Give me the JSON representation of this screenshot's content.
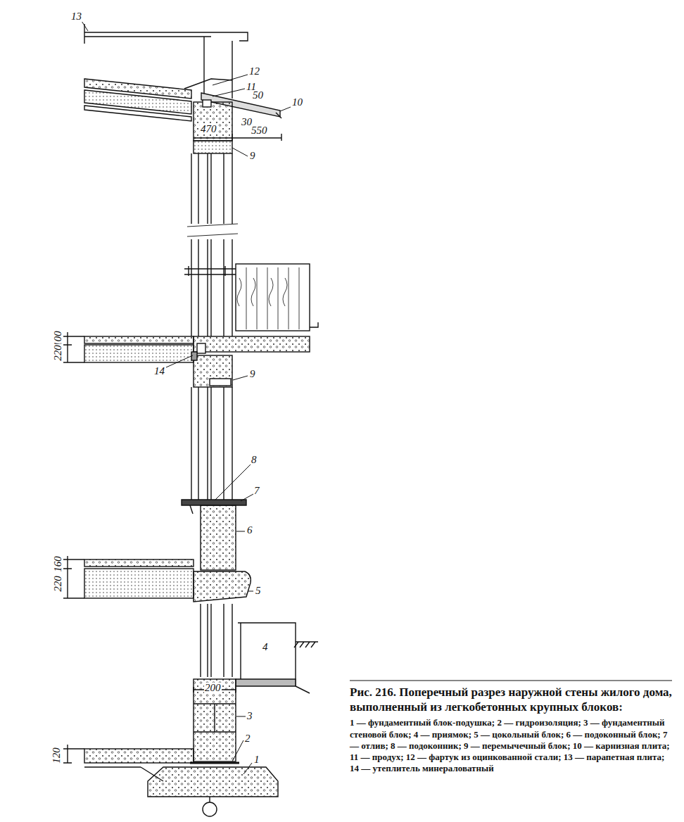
{
  "diagram": {
    "caption": "Рис. 216. Поперечный разрез наружной стены жилого дома, выполненный из легкобетонных крупных блоков:",
    "labels": [
      "13",
      "12",
      "11",
      "50",
      "10",
      "30",
      "470",
      "550",
      "9",
      "100",
      "220",
      "14",
      "9",
      "8",
      "7",
      "6",
      "160",
      "220",
      "5",
      "4",
      "200",
      "3",
      "2",
      "1",
      "120",
      "1 — фундаментный блок-подушка; 2 — гидроизоляция; 3 — фундаментный стеновой блок; 4 — приямок; 5 — цокольный блок; 6 — подоконный блок; 7 — отлив; 8 — подоконник; 9 — перемычечный блок; 10 — карнизная плита; 11 — продух; 12 — фартук из оцинкованной стали; 13 — парапетная плита; 14 — утеплитель минераловатный"
    ]
  }
}
